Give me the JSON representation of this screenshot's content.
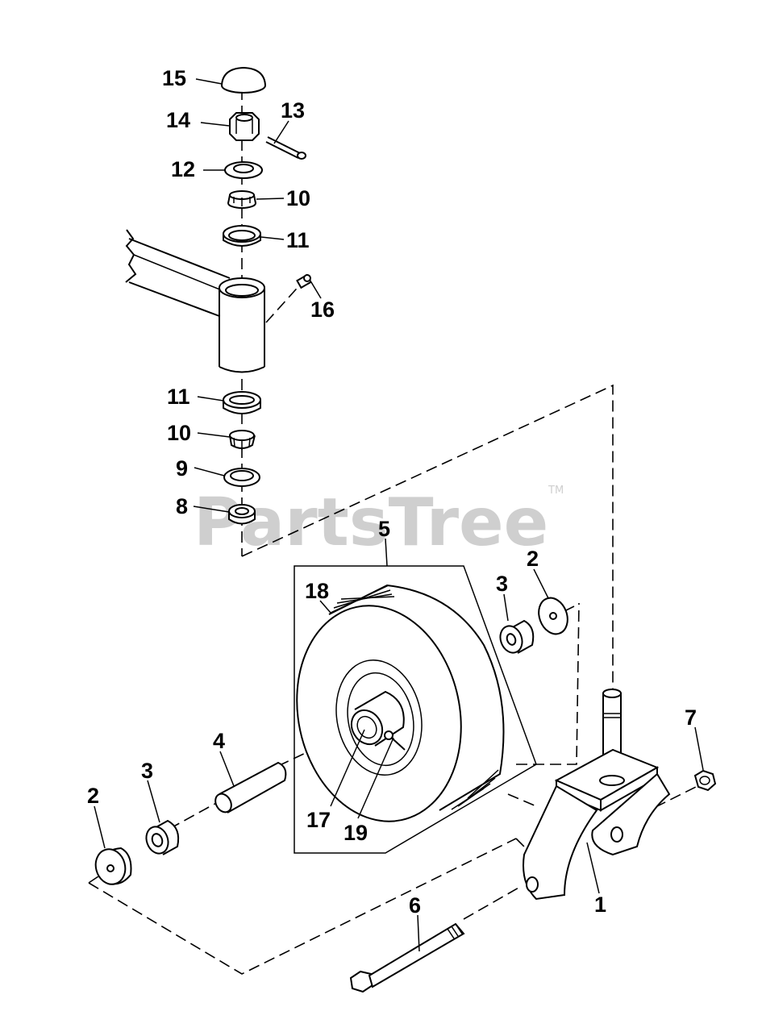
{
  "watermark": {
    "text": "PartsTree",
    "trademark": "TM"
  },
  "callouts": {
    "c1": "1",
    "c2a": "2",
    "c2b": "2",
    "c3a": "3",
    "c3b": "3",
    "c4": "4",
    "c5": "5",
    "c6": "6",
    "c7": "7",
    "c8": "8",
    "c9": "9",
    "c10a": "10",
    "c10b": "10",
    "c11a": "11",
    "c11b": "11",
    "c12": "12",
    "c13": "13",
    "c14": "14",
    "c15": "15",
    "c16": "16",
    "c17": "17",
    "c18": "18",
    "c19": "19"
  }
}
